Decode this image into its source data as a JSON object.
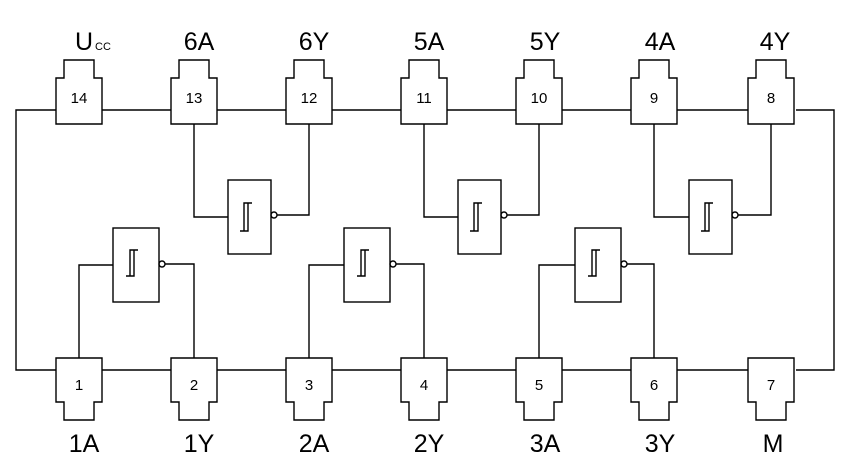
{
  "top_pins": [
    {
      "number": "14",
      "label": "U",
      "label_sub": "CC"
    },
    {
      "number": "13",
      "label": "6A"
    },
    {
      "number": "12",
      "label": "6Y"
    },
    {
      "number": "11",
      "label": "5A"
    },
    {
      "number": "10",
      "label": "5Y"
    },
    {
      "number": "9",
      "label": "4A"
    },
    {
      "number": "8",
      "label": "4Y"
    }
  ],
  "bottom_pins": [
    {
      "number": "1",
      "label": "1A"
    },
    {
      "number": "2",
      "label": "1Y"
    },
    {
      "number": "3",
      "label": "2A"
    },
    {
      "number": "4",
      "label": "2Y"
    },
    {
      "number": "5",
      "label": "3A"
    },
    {
      "number": "6",
      "label": "3Y"
    },
    {
      "number": "7",
      "label": "M"
    }
  ],
  "gates": [
    {
      "name": "gate-1",
      "input_pin": "1",
      "output_pin": "2"
    },
    {
      "name": "gate-2",
      "input_pin": "3",
      "output_pin": "4"
    },
    {
      "name": "gate-3",
      "input_pin": "5",
      "output_pin": "6"
    },
    {
      "name": "gate-4",
      "input_pin": "9",
      "output_pin": "8"
    },
    {
      "name": "gate-5",
      "input_pin": "11",
      "output_pin": "10"
    },
    {
      "name": "gate-6",
      "input_pin": "13",
      "output_pin": "12"
    }
  ],
  "gate_symbol": "schmitt-trigger-inverter",
  "colors": {
    "stroke": "#000000",
    "background": "#ffffff"
  }
}
